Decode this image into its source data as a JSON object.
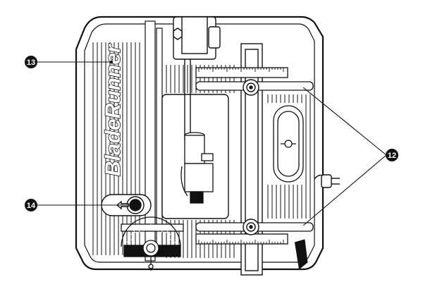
{
  "diagram": {
    "brand_label": "BladeRunner",
    "callouts": [
      {
        "number": "12"
      },
      {
        "number": "13"
      },
      {
        "number": "14"
      }
    ]
  },
  "colors": {
    "ink": "#111111",
    "paper": "#ffffff"
  }
}
